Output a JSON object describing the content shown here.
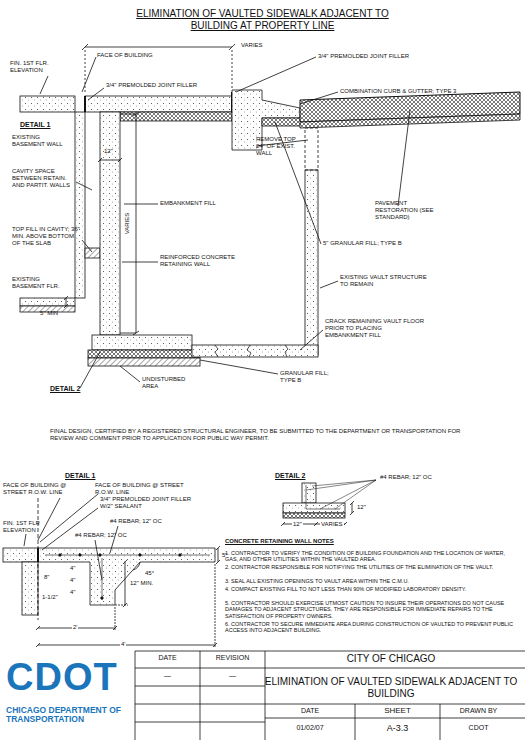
{
  "diagram": {
    "title": "ELIMINATION OF VAULTED SIDEWALK ADJACENT TO BUILDING AT PROPERTY LINE",
    "labels": [
      "VARIES",
      "FACE OF BUILDING",
      "3/4\" PREMOLDED JOINT FILLER",
      "FIN. 1ST FLR. ELEVATION",
      "3/4\" PREMOLDED JOINT FILLER",
      "COMBINATION CURB & GUTTER; TYPE 3",
      "DETAIL 1",
      "EXISTING BASEMENT WALL",
      "12\"",
      "REMOVE TOP 24\" OF EXIST. WALL",
      "CAVITY SPACE BETWEEN RETAIN. AND PARTIT. WALLS",
      "VARIES",
      "EMBANKMENT FILL",
      "PAVEMENT RESTORATION (SEE STANDARD)",
      "TOP FILL IN CAVITY; 36\" MIN. ABOVE BOTTOM OF THE SLAB",
      "5\" GRANULAR FILL; TYPE B",
      "EXISTING BASEMENT FLR.",
      "REINFORCED CONCRETE RETAINING WALL",
      "EXISTING VAULT STRUCTURE TO REMAIN",
      "5\" MIN",
      "CRACK REMAINING VAULT FLOOR PRIOR TO PLACING EMBANKMENT FILL",
      "GRANULAR FILL; TYPE B",
      "DETAIL 2",
      "UNDISTURBED AREA",
      "FINAL DESIGN, CERTIFIED BY A REGISTERED STRUCTURAL ENGINEER, TO BE SUBMITTED TO THE DEPARTMENT OR TRANSPORTATION FOR REVIEW AND COMMENT PRIOR TO APPLICATION FOR PUBLIC WAY PERMIT.",
      "DETAIL 1",
      "FACE OF BUILDING @ STREET R.O.W. LINE",
      "FACE OF BUILDING @ STREET R.O.W. LINE",
      "3/4\" PREMOLDED JOINT FILLER W/2\" SEALANT",
      "FIN. 1ST FLR ELEVATION",
      "#4 REBAR; 12\" OC",
      "#4 REBAR; 12\" OC",
      "4\"",
      "8\"",
      "4\"",
      "4\"",
      "5\"",
      "45°",
      "1-1/2\"",
      "12\" MIN.",
      "2'",
      "4'",
      "DETAIL 2",
      "#4 REBAR; 12\" OC",
      "12\"",
      "12\"",
      "VARIES",
      "CONCRETE RETAINING WALL NOTES",
      "1. CONTRACTOR TO VERIFY THE CONDITION OF BUILDING FOUNDATION AND THE LOCATION OF WATER, GAS, AND OTHER UTILITIES WITHIN THE VAULTED AREA.",
      "2. CONTRACTOR RESPONSIBLE FOR NOTIFYING THE UTILITIES OF THE ELIMINATION OF THE VAULT.",
      "3. SEAL ALL EXISTING OPENINGS TO VAULT AREA WITHIN THE C.M.U.",
      "4. COMPACT EXISTING FILL TO NOT LESS THAN 90% OF MODIFIED LABORATORY DENSITY.",
      "5. CONTRACTOR SHOULD EXERCISE UTMOST CAUTION TO INSURE THEIR OPERATIONS DO NOT CAUSE DAMAGES TO ADJACENT STRUCTURES. THEY ARE RESPONSIBLE FOR IMMEDIATE REPAIRS TO THE SATISFACTION OF PROPERTY OWNERS.",
      "6. CONTRACTOR TO SECURE IMMEDIATE AREA DURING CONSTRUCTION OF VAULTED TO PREVENT PUBLIC ACCESS INTO ADJACENT BUILDING.",
      "CDOT",
      "CHICAGO DEPARTMENT OF TRANSPORTATION",
      "DATE",
      "REVISION",
      "CITY OF CHICAGO",
      "—",
      "—",
      "ELIMINATION OF VAULTED SIDEWALK ADJACENT TO BUILDING",
      "DATE",
      "SHEET",
      "DRAWN BY",
      "01/02/07",
      "A-3.3",
      "CDOT"
    ]
  }
}
